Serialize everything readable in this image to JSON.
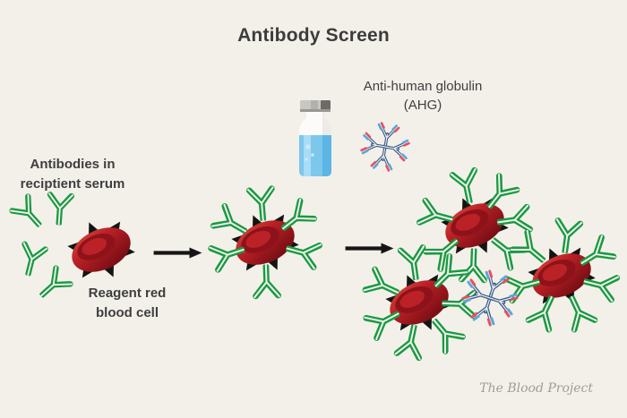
{
  "title": "Antibody Screen",
  "annotations": {
    "ahg": {
      "line1": "Anti-human globulin",
      "line2": "(AHG)"
    },
    "serum_antibodies": {
      "line1": "Antibodies in",
      "line2": "reciptient serum"
    },
    "reagent_cell": {
      "line1": "Reagent red",
      "line2": "blood cell"
    }
  },
  "watermark": "The Blood Project",
  "icons": {
    "vial": "reagent-vial-icon",
    "ahg_molecule": "ahg-antibody-complex-icon",
    "antibody": "igg-antibody-icon",
    "red_blood_cell": "red-blood-cell-icon",
    "arrow": "arrow-right-icon"
  },
  "colors": {
    "background": "#f3f0ea",
    "title_text": "#3c3c3c",
    "label_text": "#3e3e3e",
    "watermark_text": "#a19d95",
    "antibody_green": "#189a42",
    "rbc_red": "#bb2026",
    "rbc_dark_red": "#8e1219",
    "antigen_spike_black": "#141414",
    "ahg_blue": "#3b608f",
    "ahg_tip_red": "#e8505e",
    "ahg_tip_blue": "#58a8dc",
    "vial_liquid_blue": "#7cc7ec",
    "vial_cap_gray": "#6e6a66",
    "arrow_black": "#151515"
  }
}
